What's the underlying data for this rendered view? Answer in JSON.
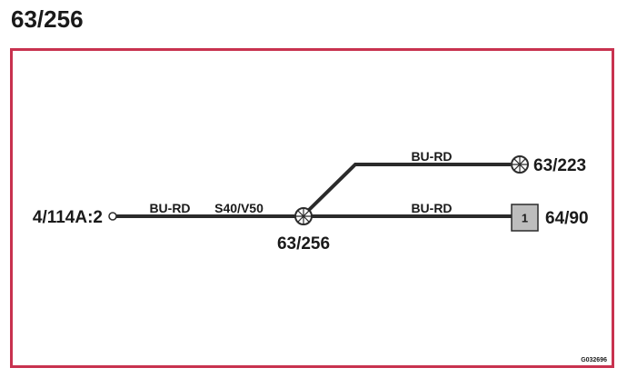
{
  "title": "63/256",
  "diagram": {
    "colors": {
      "frame": "#c8324f",
      "wire": "#2b2b2b",
      "box_fill": "#bdbdbd"
    },
    "nodes": {
      "source": {
        "label": "4/114A:2",
        "icon": "open-circle-terminal"
      },
      "junction": {
        "label": "63/256",
        "icon": "splice-junction"
      },
      "top_end": {
        "label": "63/223",
        "icon": "splice-junction"
      },
      "bottom_end": {
        "label": "64/90",
        "pin": "1",
        "icon": "connector-box"
      }
    },
    "wires": {
      "main": {
        "color": "BU-RD",
        "code": "S40/V50"
      },
      "upper_branch": {
        "color": "BU-RD"
      },
      "lower_branch": {
        "color": "BU-RD"
      }
    },
    "footer_code": "G032696"
  }
}
